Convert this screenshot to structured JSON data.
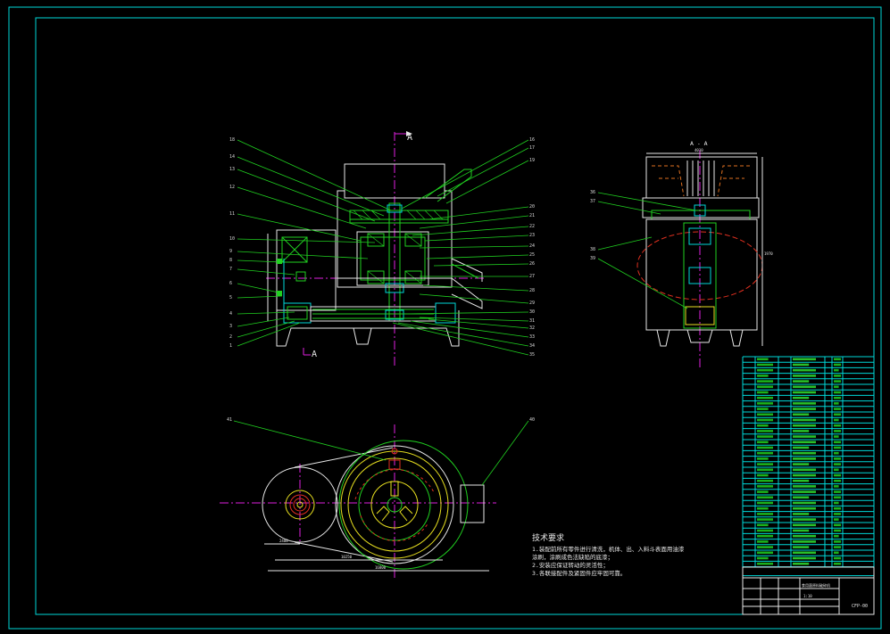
{
  "section_marks": {
    "top": "A",
    "bottom": "A",
    "side_view_title": "A - A"
  },
  "front_view_labels_left": [
    "18",
    "14",
    "13",
    "12",
    "11",
    "10",
    "9",
    "8",
    "7",
    "6",
    "5",
    "4",
    "3",
    "2",
    "1"
  ],
  "front_view_labels_right": [
    "16",
    "17",
    "19",
    "20",
    "21",
    "22",
    "23",
    "24",
    "25",
    "26",
    "27",
    "28",
    "29",
    "30",
    "31",
    "32",
    "33",
    "34",
    "35"
  ],
  "side_view_labels": [
    "36",
    "37",
    "38",
    "39"
  ],
  "plan_view_labels": [
    "41",
    "40"
  ],
  "dimensions": {
    "side_width": "4010",
    "side_height": "1970",
    "plan_small": "2400",
    "plan_mid": "10250",
    "plan_total": "16800"
  },
  "tech_notes": {
    "heading": "技术要求",
    "lines": [
      "1.装配前所有零件进行清洗，机体、出、入料斗表面用油漆",
      "涂刷，涂刷成色法缺陷的底漆；",
      "2.安装应保证转动的灵活性；",
      "3.各联接配件及紧固件应牢固可靠。"
    ]
  },
  "title_block": {
    "drawing_number": "CFP-00",
    "name": "食用菌原料破碎机",
    "scale": "1:10",
    "row_count": 38
  }
}
